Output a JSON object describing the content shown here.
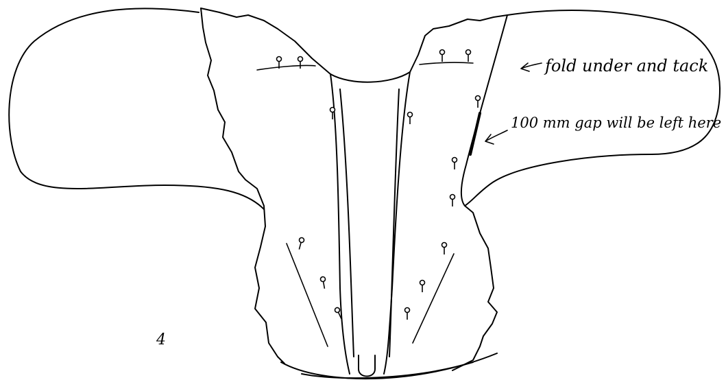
{
  "figure": {
    "step_number": "4",
    "annotations": {
      "fold_note": "fold under and tack",
      "gap_note": "100 mm gap will be left here"
    }
  }
}
